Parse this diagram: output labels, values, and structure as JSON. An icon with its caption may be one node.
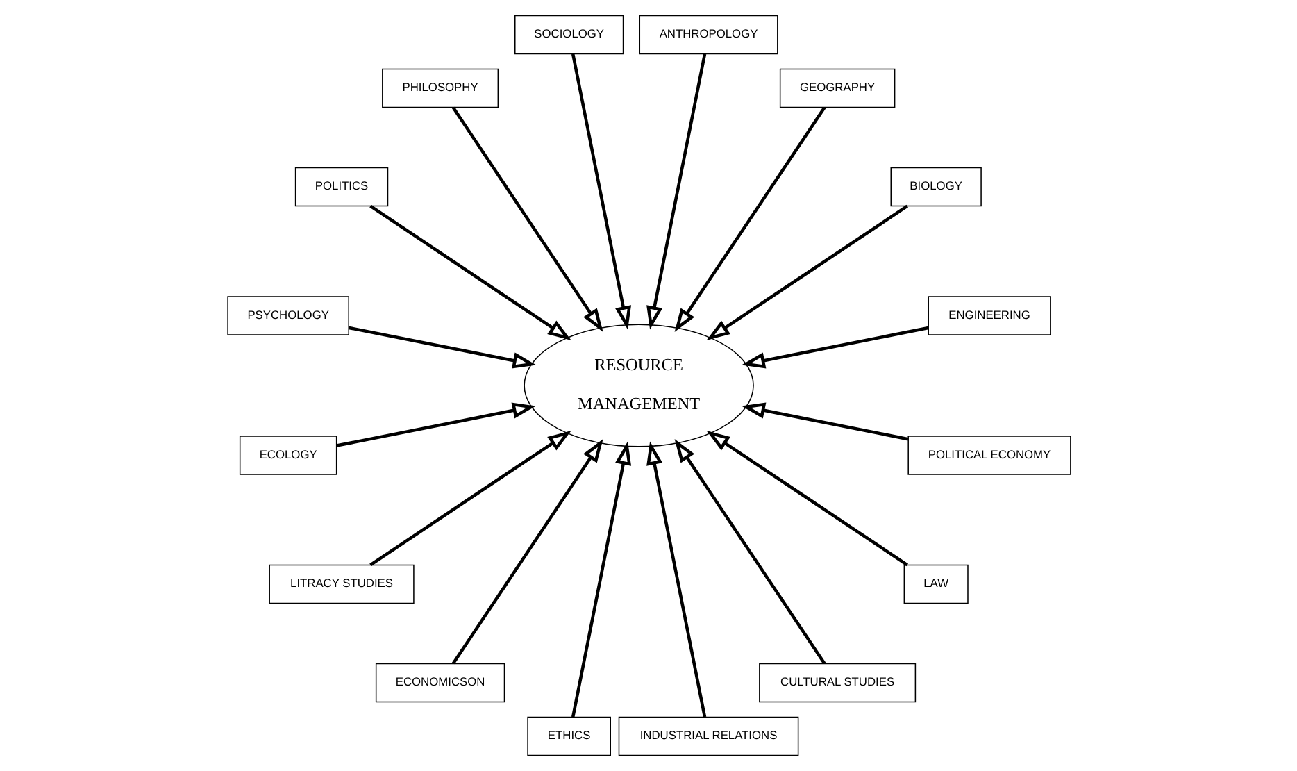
{
  "diagram": {
    "nodes": [
      {
        "text": [
          "RESOURCE MANAGEMENT"
        ]
      },
      {
        "text": [
          "ENGINEERING"
        ]
      },
      {
        "text": [
          "BIOLOGY"
        ]
      },
      {
        "text": [
          "GEOGRAPHY"
        ]
      },
      {
        "text": [
          "ANTHROPOLOGY"
        ]
      },
      {
        "text": [
          "SOCIOLOGY"
        ]
      },
      {
        "text": [
          "PHILOSOPHY"
        ]
      },
      {
        "text": [
          "POLITICS"
        ]
      },
      {
        "text": [
          "PSYCHOLOGY"
        ]
      },
      {
        "text": [
          "ECOLOGY"
        ]
      },
      {
        "text": [
          "LITRACY STUDIES"
        ]
      },
      {
        "text": [
          "ECONOMICSON"
        ]
      },
      {
        "text": [
          "ETHICS"
        ]
      },
      {
        "text": [
          "INDUSTRIAL RELATIONS"
        ]
      },
      {
        "text": [
          "CULTURAL STUDIES"
        ]
      },
      {
        "text": [
          "LAW"
        ]
      },
      {
        "text": [
          "POLITICAL ECONOMY"
        ]
      }
    ],
    "edges": [
      {
        "from": 1,
        "to": 0,
        "arrow": "to"
      },
      {
        "from": 2,
        "to": 0,
        "arrow": "to"
      },
      {
        "from": 3,
        "to": 0,
        "arrow": "to"
      },
      {
        "from": 4,
        "to": 0,
        "arrow": "to"
      },
      {
        "from": 5,
        "to": 0,
        "arrow": "to"
      },
      {
        "from": 6,
        "to": 0,
        "arrow": "to"
      },
      {
        "from": 7,
        "to": 0,
        "arrow": "to"
      },
      {
        "from": 8,
        "to": 0,
        "arrow": "to"
      },
      {
        "from": 9,
        "to": 0,
        "arrow": "to"
      },
      {
        "from": 10,
        "to": 0,
        "arrow": "to"
      },
      {
        "from": 11,
        "to": 0,
        "arrow": "to"
      },
      {
        "from": 12,
        "to": 0,
        "arrow": "to"
      },
      {
        "from": 13,
        "to": 0,
        "arrow": "to"
      },
      {
        "from": 14,
        "to": 0,
        "arrow": "to"
      },
      {
        "from": 15,
        "to": 0,
        "arrow": "to"
      },
      {
        "from": 16,
        "to": 0,
        "arrow": "to"
      }
    ]
  }
}
